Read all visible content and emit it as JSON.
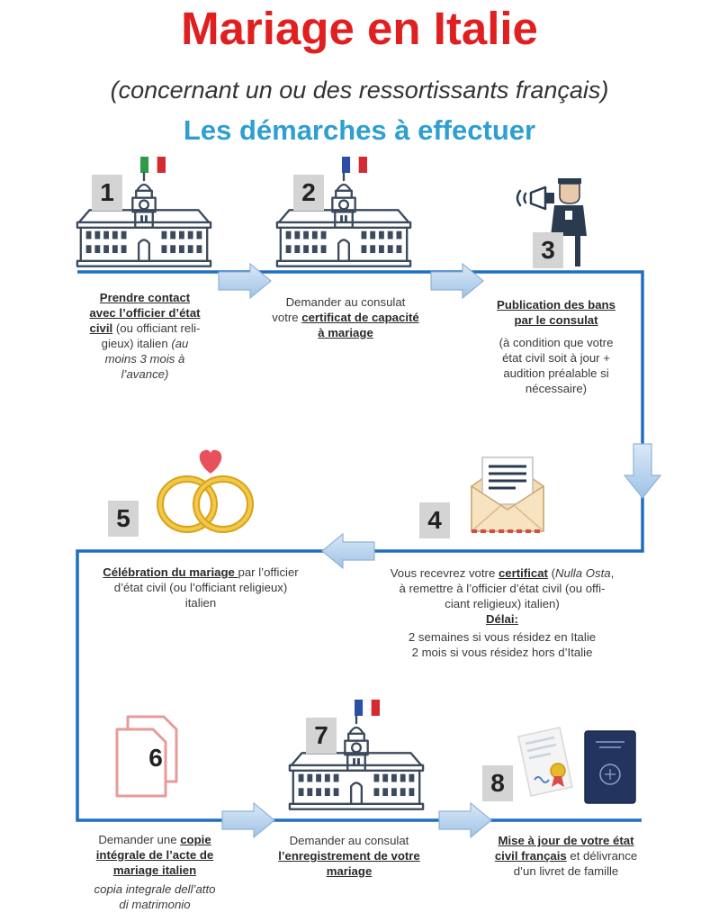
{
  "header": {
    "title": "Mariage en Italie",
    "subtitle": "(concernant un ou des ressortissants français)",
    "heading": "Les démarches à effectuer"
  },
  "colors": {
    "title": "#e02020",
    "heading": "#2e9fd0",
    "flow_line": "#1f6fbf",
    "arrow_fill": "#b7d3ee",
    "badge_bg": "#d4d4d4",
    "heart": "#e8505b",
    "ring": "#e8b92a"
  },
  "steps": [
    {
      "number": "1",
      "icon": "town-hall-icon",
      "flag": "italian-flag-icon",
      "text": {
        "title1": "Prendre contact",
        "title2": "avec l’officier d’état",
        "title3": "civil",
        "rest1": " (ou officiant reli-",
        "line4": "gieux) italien ",
        "note1": "(au",
        "note2": "moins 3 mois à",
        "note3": "l’avance)"
      }
    },
    {
      "number": "2",
      "icon": "town-hall-icon",
      "flag": "french-flag-icon",
      "text": {
        "line1": "Demander au consulat",
        "pre2": "votre ",
        "bold2": "certificat de capacité",
        "bold3": "à mariage"
      }
    },
    {
      "number": "3",
      "icon": "megaphone-officer-icon",
      "text": {
        "title1": "Publication des bans",
        "title2": "par le consulat",
        "line3": "(à condition que votre",
        "line4": "état civil soit à jour +",
        "line5": "audition préalable si",
        "line6": "nécessaire)"
      }
    },
    {
      "number": "4",
      "icon": "envelope-letter-icon",
      "text": {
        "pre1": "Vous recevrez votre ",
        "bold1": "certificat",
        "post1a": " (",
        "it1": "Nulla Osta",
        "post1b": ",",
        "line2": "à remettre à l’officier d’état civil (ou offi-",
        "line3": "ciant religieux) italien)",
        "delay_label": "Délai:",
        "line5": "2 semaines si vous résidez en Italie",
        "line6": "2 mois si vous résidez hors d’Italie"
      }
    },
    {
      "number": "5",
      "icon": "wedding-rings-icon",
      "text": {
        "bold1": "Célébration du mariage ",
        "post1": "par l’officier",
        "line2": "d’état civil (ou l’officiant religieux)",
        "line3": "italien"
      }
    },
    {
      "number": "6",
      "icon": "document-copy-icon",
      "text": {
        "pre1": "Demander une ",
        "bold1": "copie",
        "bold2": "intégrale de l’acte de",
        "bold3": "mariage italien",
        "it4": "copia integrale dell’atto",
        "it5": "di matrimonio"
      }
    },
    {
      "number": "7",
      "icon": "town-hall-icon",
      "flag": "french-flag-icon",
      "text": {
        "line1": "Demander au consulat",
        "bold2": "l’enregistrement de votre",
        "bold3": "mariage"
      }
    },
    {
      "number": "8",
      "icon": "certificate-passport-icon",
      "text": {
        "bold1": "Mise à jour de votre état",
        "bold2": "civil français",
        "post2": " et délivrance",
        "line3": "d’un livret de famille"
      }
    }
  ]
}
